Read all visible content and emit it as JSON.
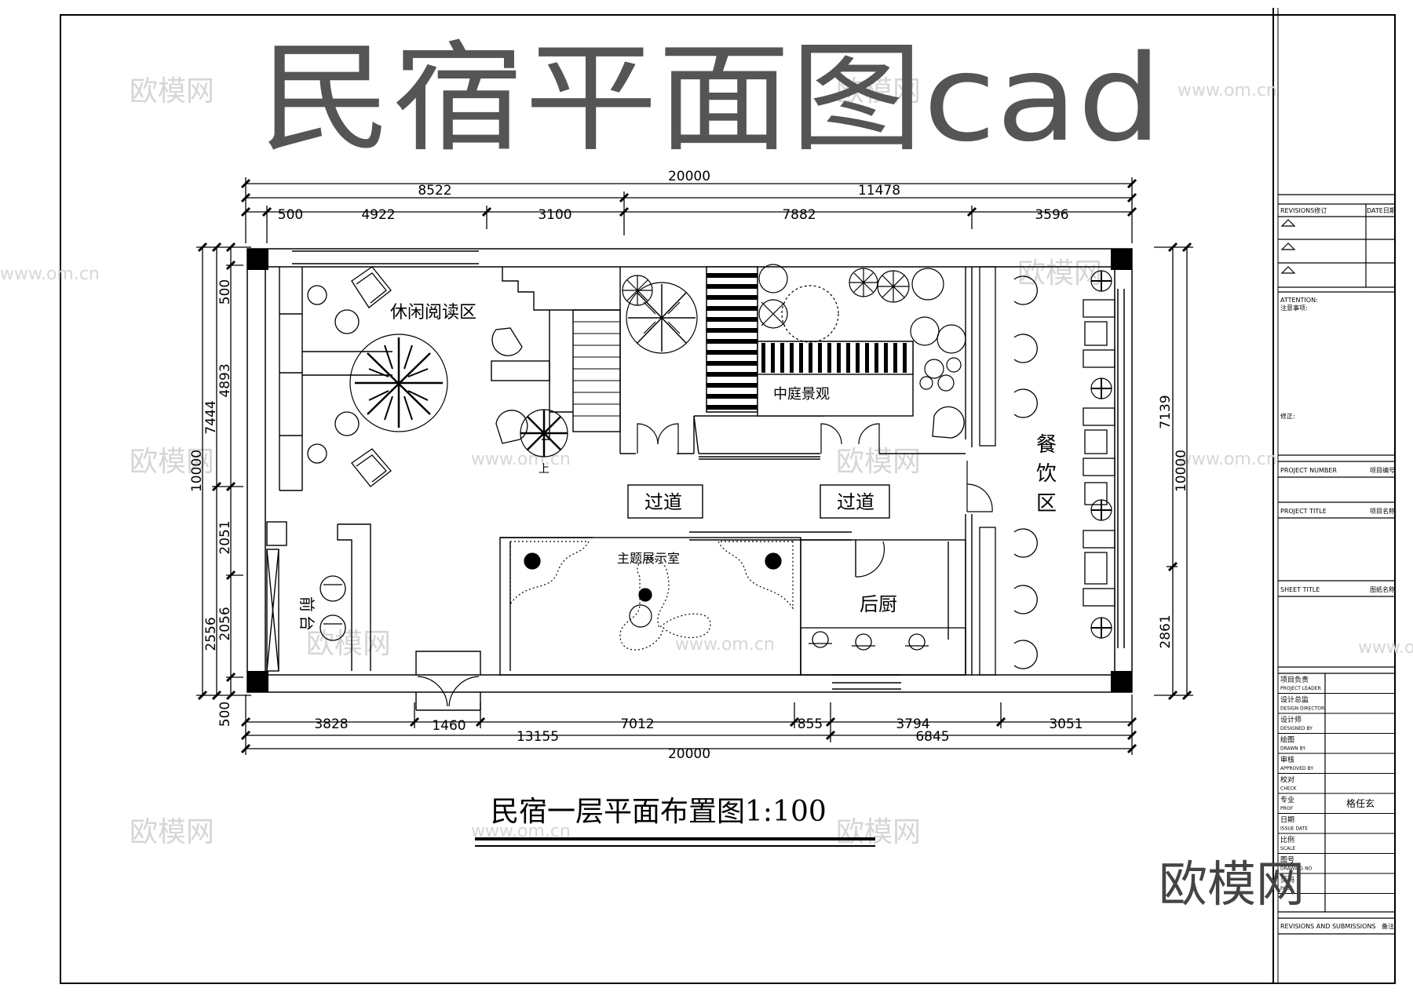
{
  "header": {
    "title": "民宿平面图cad"
  },
  "watermarks": [
    "欧模网",
    "www.om.cn"
  ],
  "brand_logo": "欧模网",
  "drawing": {
    "caption": "民宿一层平面布置图1:100",
    "rooms": {
      "reading": "休闲阅读区",
      "courtyard": "中庭景观",
      "dining_1": "餐",
      "dining_2": "饮",
      "dining_3": "区",
      "corridor_left": "过道",
      "corridor_right": "过道",
      "showroom": "主题展示室",
      "kitchen": "后厨",
      "reception_1": "前",
      "reception_2": "台",
      "stair_up": "上"
    },
    "dims_top": {
      "total": "20000",
      "left_span": "8522",
      "right_span": "11478",
      "seg_1": "500",
      "seg_2": "4922",
      "seg_3": "3100",
      "seg_4": "7882",
      "seg_5": "3596"
    },
    "dims_bottom": {
      "seg_1": "3828",
      "seg_2": "1460",
      "seg_3": "7012",
      "seg_4": "855",
      "seg_5": "3794",
      "seg_6": "3051",
      "mid_left": "13155",
      "mid_right": "6845",
      "total": "20000"
    },
    "dims_left": {
      "seg_top": "500",
      "seg_a": "4893",
      "seg_b": "2051",
      "seg_c": "2056",
      "span_upper": "7444",
      "span_lower": "2556",
      "total": "10000",
      "seg_bottom": "500"
    },
    "dims_right": {
      "upper": "7139",
      "total": "10000",
      "lower": "2861"
    }
  },
  "title_block": {
    "revision_label": "REVISIONS修订",
    "date_label": "DATE日期",
    "attention_en": "ATTENTION:",
    "attention_cn": "注意事项:",
    "revise_note": "修正:",
    "project_number_en": "PROJECT NUMBER",
    "project_number_cn": "项目编号",
    "project_title_en": "PROJECT TITLE",
    "project_title_cn": "项目名称",
    "sheet_title_en": "SHEET TITLE",
    "sheet_title_cn": "图纸名称",
    "rows": [
      {
        "cn": "项目负责",
        "en": "PROJECT LEADER",
        "value": ""
      },
      {
        "cn": "设计总监",
        "en": "DESIGN DIRECTOR",
        "value": ""
      },
      {
        "cn": "设计师",
        "en": "DESIGNED BY",
        "value": ""
      },
      {
        "cn": "绘图",
        "en": "DRAWN BY",
        "value": ""
      },
      {
        "cn": "审核",
        "en": "APPROVED BY",
        "value": ""
      },
      {
        "cn": "校对",
        "en": "CHECK",
        "value": ""
      },
      {
        "cn": "专业",
        "en": "PROF",
        "value": "格任玄"
      },
      {
        "cn": "日期",
        "en": "ISSUE DATE",
        "value": ""
      },
      {
        "cn": "比例",
        "en": "SCALE",
        "value": ""
      },
      {
        "cn": "图号",
        "en": "DRAWING NO",
        "value": ""
      },
      {
        "cn": "页码",
        "en": "PAGE",
        "value": ""
      }
    ],
    "submissions_en": "REVISIONS AND SUBMISSIONS",
    "submissions_cn": "备注"
  },
  "colors": {
    "ink": "#000000",
    "title_gray": "#555555",
    "watermark": "#d8d8d8",
    "background": "#ffffff"
  }
}
